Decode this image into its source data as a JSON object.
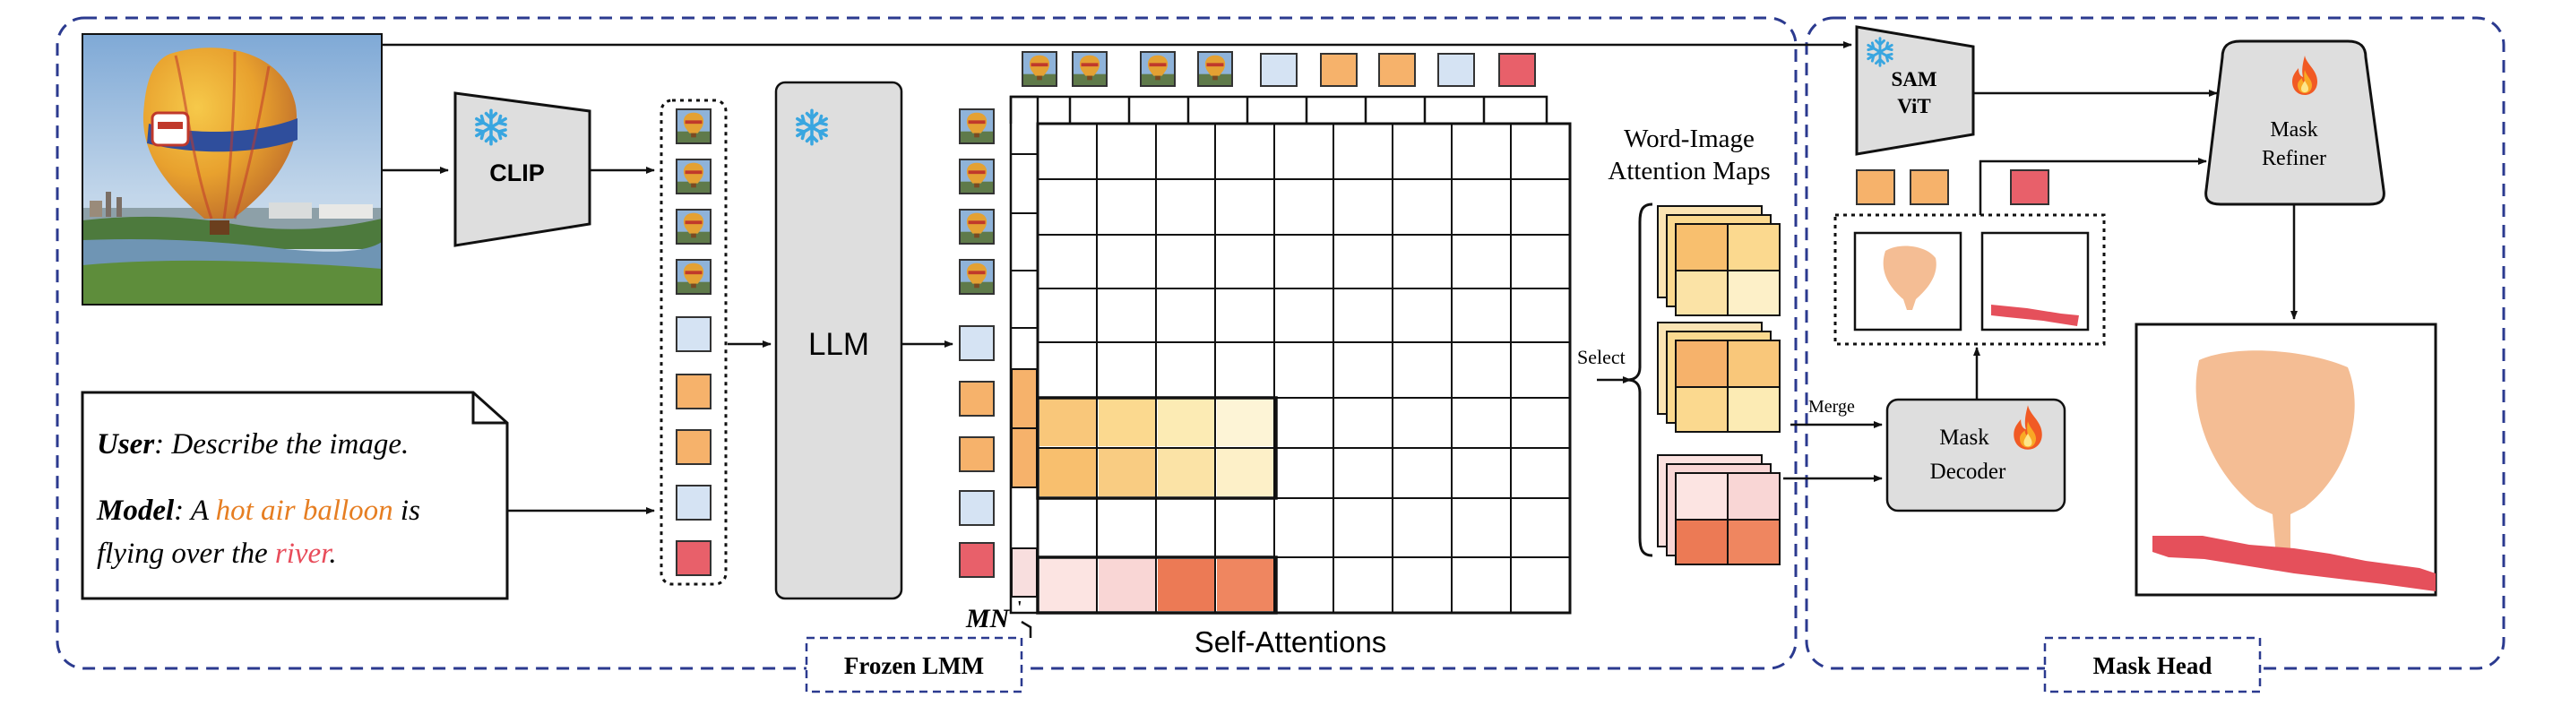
{
  "sections": {
    "frozen_lmm_label": "Frozen LMM",
    "mask_head_label": "Mask Head"
  },
  "modules": {
    "clip": "CLIP",
    "llm": "LLM",
    "sam_vit_line1": "SAM",
    "sam_vit_line2": "ViT",
    "mask_refiner_line1": "Mask",
    "mask_refiner_line2": "Refiner",
    "mask_decoder_line1": "Mask",
    "mask_decoder_line2": "Decoder"
  },
  "dialog": {
    "user_speaker": "User",
    "user_text": ": Describe the image.",
    "model_speaker": "Model",
    "model_text_a": ": A ",
    "model_highlight_1": "hot air balloon",
    "model_text_b": " is",
    "model_text_c": "flying over the ",
    "model_highlight_2": "river",
    "model_text_d": "."
  },
  "labels": {
    "word_image_line1": "Word-Image",
    "word_image_line2": "Attention Maps",
    "select": "Select",
    "merge": "Merge",
    "self_attentions": "Self-Attentions",
    "mn": "MN"
  },
  "icons": {
    "frozen": "snowflake-icon",
    "trainable": "flame-icon"
  },
  "colors": {
    "dashed_border": "#2b3a8f",
    "module_fill": "#dedede",
    "image_token": "#d5e3f3",
    "orange_token": "#f6b26b",
    "red_token": "#e8606a",
    "highlight_orange": "#e67e22",
    "highlight_red": "#e84c5a",
    "mask_balloon": "#f4bd94",
    "mask_river": "#e5505b",
    "snowflake": "#39a6e0"
  }
}
